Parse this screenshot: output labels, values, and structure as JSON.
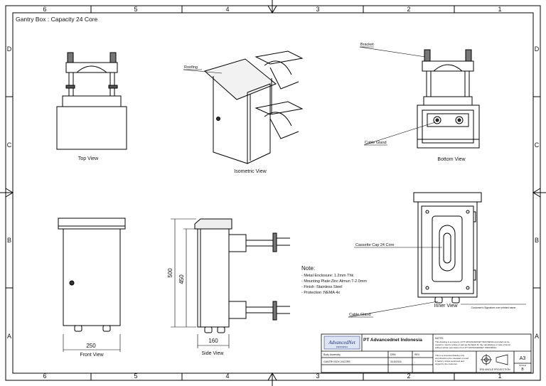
{
  "title": "Gantry Box : Capacity 24 Core",
  "zones": {
    "columns": [
      "6",
      "5",
      "4",
      "3",
      "2",
      "1"
    ],
    "rows": [
      "D",
      "C",
      "B",
      "A"
    ]
  },
  "views": {
    "top": "Top View",
    "isometric": "Isometric View",
    "bottom": "Bottom View",
    "front": "Front View",
    "side": "Side View",
    "inner": "Inner View"
  },
  "callouts": {
    "roofing": "Roofing",
    "bracket": "Bracket",
    "cable_gland_bottom": "Cable Gland",
    "cassette": "Cassette Cap 24 Core",
    "cable_gland_inner": "Cable Gland"
  },
  "dimensions": {
    "height_outer": "500",
    "height_inner": "450",
    "depth": "160",
    "width": "250"
  },
  "note": {
    "heading": "Note:",
    "lines": [
      "- Metal Enclosure: 1.2mm Thk",
      "- Mounting Plate:Zinc Almun T-2.0mm",
      "- Finish :Stainless Steel",
      "- Protection :NEMA 4x"
    ]
  },
  "signature_label": "Customer's Signature over printed name",
  "title_block": {
    "logo_text": "AdvancedNet",
    "logo_sub": "INDONESIA",
    "company": "PT Advancednet Indonesia",
    "note_heading": "NOTE:",
    "note_text": [
      "This drawing is a property of PT ADVANCEDNET INDONESIA and shall not be",
      "copied or used in whole or part as the basis for the manufacture or sale of items",
      "without written permission from PT ADVANCEDNET INDONESIA"
    ],
    "body_label": "Body Assembly",
    "drawing_name": "GANTRY BOX 24CORE",
    "drn_label": "DRN",
    "drn_date": "3/15/2016",
    "rev_label": "REV",
    "rev_value": "-",
    "proposal_text": [
      "This is a proposal drawing only",
      "and should not be released or used",
      "in factory unless approved and",
      "signed by the customer."
    ],
    "projection": "3RD ANGLE PROJECTION",
    "size": "A3",
    "scale_label": "SCALE",
    "sheet_rev": "B"
  }
}
